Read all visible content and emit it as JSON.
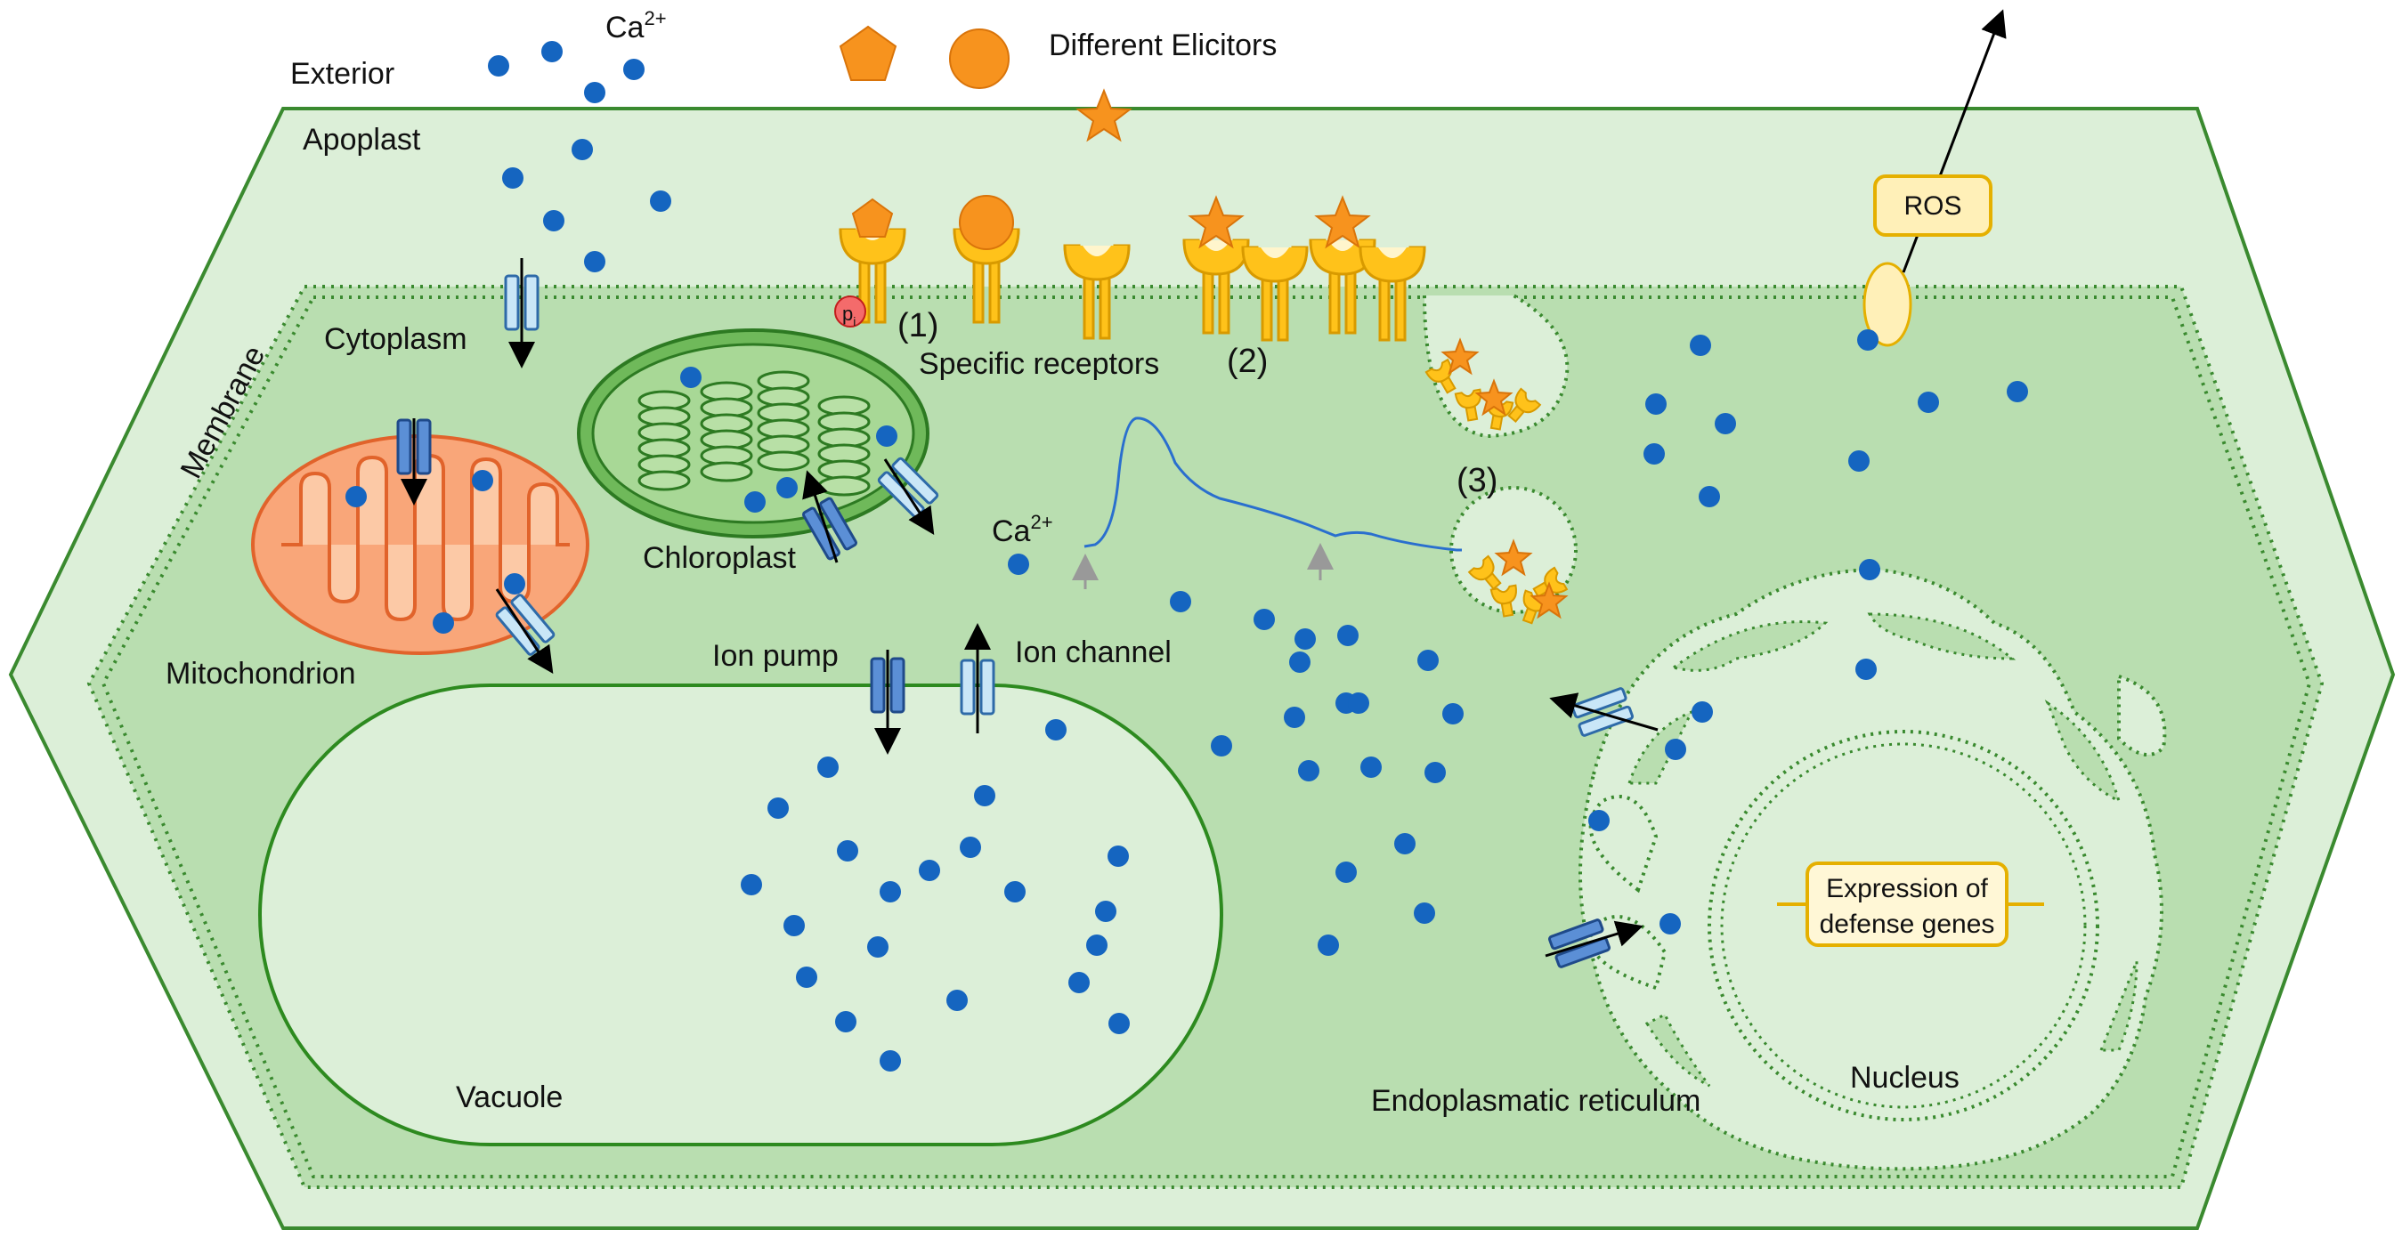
{
  "labels": {
    "exterior": "Exterior",
    "apoplast": "Apoplast",
    "ca_ion_base": "Ca",
    "ca_ion_sup": "2+",
    "elicitors": "Different Elicitors",
    "membrane": "Membrane",
    "cytoplasm": "Cytoplasm",
    "specific_receptors": "Specific receptors",
    "step1": "(1)",
    "step2": "(2)",
    "step3": "(3)",
    "pi_base": "p",
    "pi_sub": "i",
    "chloroplast": "Chloroplast",
    "mitochondrion": "Mitochondrion",
    "ion_pump": "Ion pump",
    "ion_channel": "Ion channel",
    "vacuole": "Vacuole",
    "er": "Endoplasmatic reticulum",
    "nucleus": "Nucleus",
    "ros": "ROS",
    "expression_line1": "Expression of",
    "expression_line2": "defense genes"
  },
  "colors": {
    "calcium": "#1565C0",
    "cell_wall": "#dcefd8",
    "cytoplasm": "#b9deb0",
    "outline": "#3a8a2f",
    "receptor": "#FFC21A",
    "elicitor": "#F7931E",
    "mitochondrion": "#F9A679",
    "mito_outline": "#E1632B",
    "channel": "#c9e6f7",
    "pump": "#5b8fd6"
  },
  "icons": [
    "pentagon-elicitor-icon",
    "circle-elicitor-icon",
    "star-elicitor-icon",
    "receptor-icon",
    "ion-channel-icon",
    "ion-pump-icon",
    "calcium-ion-icon",
    "arrow-icon"
  ]
}
